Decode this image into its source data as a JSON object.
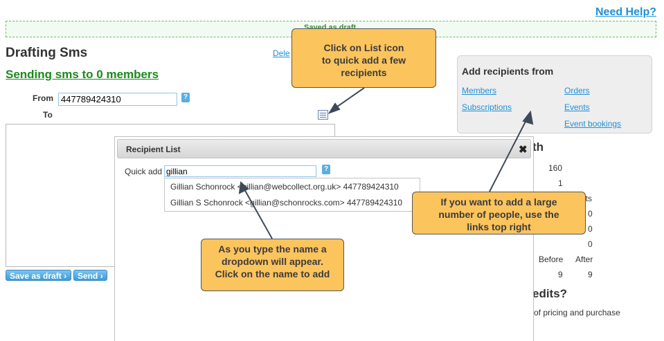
{
  "header": {
    "need_help": "Need Help?",
    "saved_status": "Saved as draft"
  },
  "page": {
    "title": "Drafting Sms",
    "delete_link": "Dele",
    "sending_title": "Sending sms to 0 members"
  },
  "form": {
    "from_label": "From",
    "from_value": "447789424310",
    "to_label": "To",
    "help_glyph": "?",
    "message_value": ""
  },
  "buttons": {
    "save_draft": "Save as draft",
    "send": "Send",
    "chevron": "›"
  },
  "recipients_panel": {
    "title": "Add recipients from",
    "links": [
      "Members",
      "Orders",
      "Subscriptions",
      "Events",
      "Event bookings"
    ]
  },
  "credits": {
    "heading_partial": "th",
    "values": [
      "160",
      "1"
    ],
    "label_partial": "its",
    "zeros": [
      "0",
      "0",
      "0"
    ],
    "before_label": "Before",
    "after_label": "After",
    "before_value": "9",
    "after_value": "9"
  },
  "buy": {
    "heading_partial": "edits?",
    "text_partial": "of pricing and purchase"
  },
  "modal": {
    "title": "Recipient List",
    "close_glyph": "✖",
    "quick_add_label": "Quick add",
    "quick_add_value": "gillian",
    "dropdown_items": [
      "Gillian Schonrock <gillian@webcollect.org.uk> 447789424310",
      "Gillian S Schonrock <gillian@schonrocks.com> 447789424310"
    ]
  },
  "callouts": {
    "list_icon": [
      "Click on List icon",
      "to quick add a few",
      "recipients"
    ],
    "large_number": [
      "If you want to add a large",
      "number of people, use the",
      "links top right"
    ],
    "typing": [
      "As you type the name a",
      "dropdown will appear.",
      "Click on the name to add"
    ]
  },
  "colors": {
    "link": "#1e90d8",
    "green_title": "#1a8a1a",
    "callout_fill": "#fcc45d",
    "button": "#3e9bd6"
  },
  "icons": {
    "list": "list-icon",
    "help": "help-icon",
    "close": "close-icon"
  }
}
